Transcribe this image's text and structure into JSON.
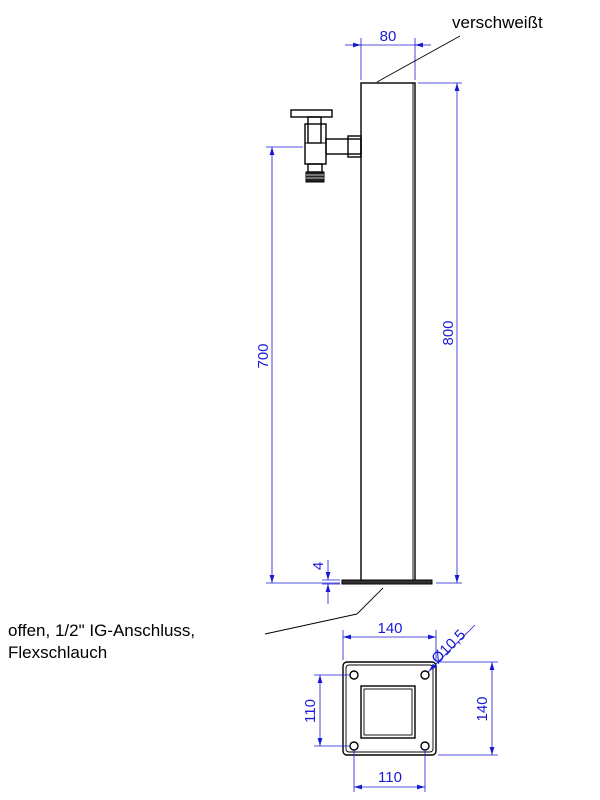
{
  "notes": {
    "welded": "verschweißt",
    "open_line1": "offen, 1/2\" IG-Anschluss,",
    "open_line2": "Flexschlauch"
  },
  "dimensions": {
    "post_width": "80",
    "post_height": "800",
    "tap_height": "700",
    "plate_thickness": "4",
    "plate_width": "140",
    "plate_height": "140",
    "hole_spacing_vertical": "110",
    "hole_spacing_horizontal": "110",
    "hole_diameter": "Ø10,5"
  },
  "colors": {
    "dimension": "#1a1ad6",
    "object": "#000000"
  }
}
